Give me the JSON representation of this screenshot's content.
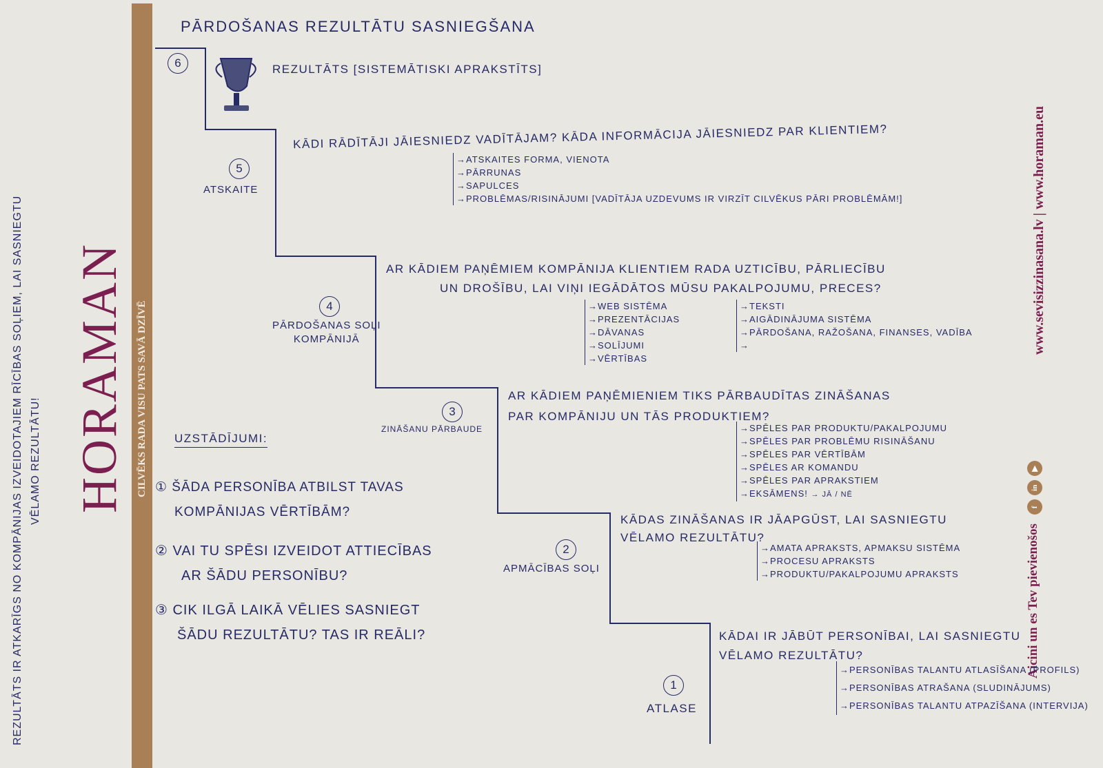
{
  "title": "Pārdošanas rezultātu sasniegšana",
  "side_note": [
    "Rezultāts ir atkarīgs no kompānijas izveidotajiem rīcības soļiem, lai sasniegtu",
    "vēlamo rezultātu!"
  ],
  "brand": {
    "logo": "HORAMAN",
    "slogan": "Cilvēks rada visu pats savā dzīvē",
    "websites": "www.sevisizzinasana.lv | www.horaman.eu",
    "invite": "Aicini un es Tev pievienošos",
    "social_icons": [
      "facebook-icon",
      "linkedin-icon",
      "youtube-icon"
    ],
    "colors": {
      "strip": "#a97f56",
      "logo": "#7a1f50",
      "ink": "#262a66"
    }
  },
  "steps": [
    {
      "number": "6",
      "label": "",
      "heading": "Rezultāts [sistemātiski aprakstīts]",
      "icon": "trophy-icon"
    },
    {
      "number": "5",
      "label": "Atskaite",
      "question": "Kādi rādītāji jāiesniedz vadītājam? Kāda informācija jāiesniedz par klientiem?",
      "items": [
        "Atskaites forma, vienota",
        "Pārrunas",
        "Sapulces",
        "Problēmas/risinājumi [vadītāja uzdevums ir virzīt cilvēkus pāri problēmām!]"
      ]
    },
    {
      "number": "4",
      "label": [
        "Pārdošanas soļi",
        "kompānijā"
      ],
      "question": [
        "Ar kādiem paņēmiem kompānija klientiem rada uzticību, pārliecību",
        "un drošību, lai viņi iegādātos mūsu pakalpojumu, preces?"
      ],
      "items_left": [
        "Web sistēma",
        "Prezentācijas",
        "Dāvanas",
        "Solījumi",
        "Vērtības"
      ],
      "items_right": [
        "Teksti",
        "Aigādinājuma sistēma",
        "Pārdošana, ražošana, finanses, vadība",
        ""
      ]
    },
    {
      "number": "3",
      "label": "Zināšanu pārbaude",
      "question": [
        "Ar kādiem paņēmieniem tiks pārbaudītas zināšanas",
        "par kompāniju un tās produktiem?"
      ],
      "items": [
        "Spēles par produktu/pakalpojumu",
        "Spēles par problēmu risināšanu",
        "Spēles par vērtībām",
        "Spēles ar komandu",
        "Spēles par aprakstiem",
        "Eksāmens!"
      ],
      "exam_options": [
        "Jā",
        "Nē"
      ]
    },
    {
      "number": "2",
      "label": "Apmācības soļi",
      "question": [
        "Kādas zināšanas ir jāapgūst, lai sasniegtu",
        "vēlamo rezultātu?"
      ],
      "items": [
        "Amata apraksts, apmaksu sistēma",
        "Procesu apraksts",
        "Produktu/pakalpojumu apraksts"
      ]
    },
    {
      "number": "1",
      "label": "Atlase",
      "question": [
        "Kādai ir jābūt personībai, lai sasniegtu",
        "vēlamo rezultātu?"
      ],
      "items": [
        "Personības talantu atlasīšana (profils)",
        "Personības atrašana (sludinājums)",
        "Personības talantu atpazīšana (intervija)"
      ]
    }
  ],
  "settings": {
    "heading": "Uzstādījumi:",
    "questions": [
      [
        "① Šāda personība atbilst tavas",
        "kompānijas vērtībām?"
      ],
      [
        "② Vai tu spēsi izveidot attiecības",
        "ar šādu personību?"
      ],
      [
        "③ Cik ilgā laikā vēlies sasniegt",
        "šādu rezultātu? Tas ir reāli?"
      ]
    ]
  }
}
